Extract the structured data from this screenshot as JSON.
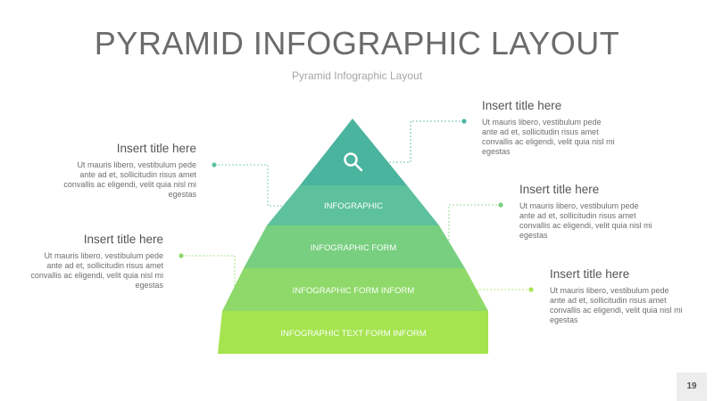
{
  "slide": {
    "title": "PYRAMID INFOGRAPHIC LAYOUT",
    "subtitle": "Pyramid Infographic Layout",
    "page_number": "19"
  },
  "pyramid": {
    "icon": "search-icon",
    "tiers": [
      {
        "label": "INFOGRAPHIC",
        "color": "#5cc19c"
      },
      {
        "label": "INFOGRAPHIC FORM",
        "color": "#77cf7f"
      },
      {
        "label": "INFOGRAPHIC FORM INFORM",
        "color": "#8ed969"
      },
      {
        "label": "INFOGRAPHIC TEXT FORM INFORM",
        "color": "#a5e44f"
      }
    ],
    "top_color": "#4ab49e"
  },
  "callouts": [
    {
      "title": "Insert title here",
      "body": "Ut mauris libero, vestibulum pede ante ad et, sollicitudin risus amet convallis ac eligendi, velit quia nisl mi egestas"
    },
    {
      "title": "Insert title here",
      "body": "Ut mauris libero, vestibulum pede ante ad et, sollicitudin risus amet convallis ac eligendi, velit quia nisl mi egestas"
    },
    {
      "title": "Insert title here",
      "body": "Ut mauris libero, vestibulum pede ante ad et, sollicitudin risus amet convallis ac eligendi, velit quia nisl mi egestas"
    },
    {
      "title": "Insert title here",
      "body": "Ut mauris libero, vestibulum pede ante ad et, sollicitudin risus amet convallis ac eligendi, velit quia nisl mi egestas"
    },
    {
      "title": "Insert title here",
      "body": "Ut mauris libero, vestibulum pede ante ad et, sollicitudin risus amet convallis ac eligendi, velit quia nisl mi egestas"
    }
  ],
  "colors": {
    "connector_top": "#4ab49e",
    "connector_green": "#8ed969"
  }
}
